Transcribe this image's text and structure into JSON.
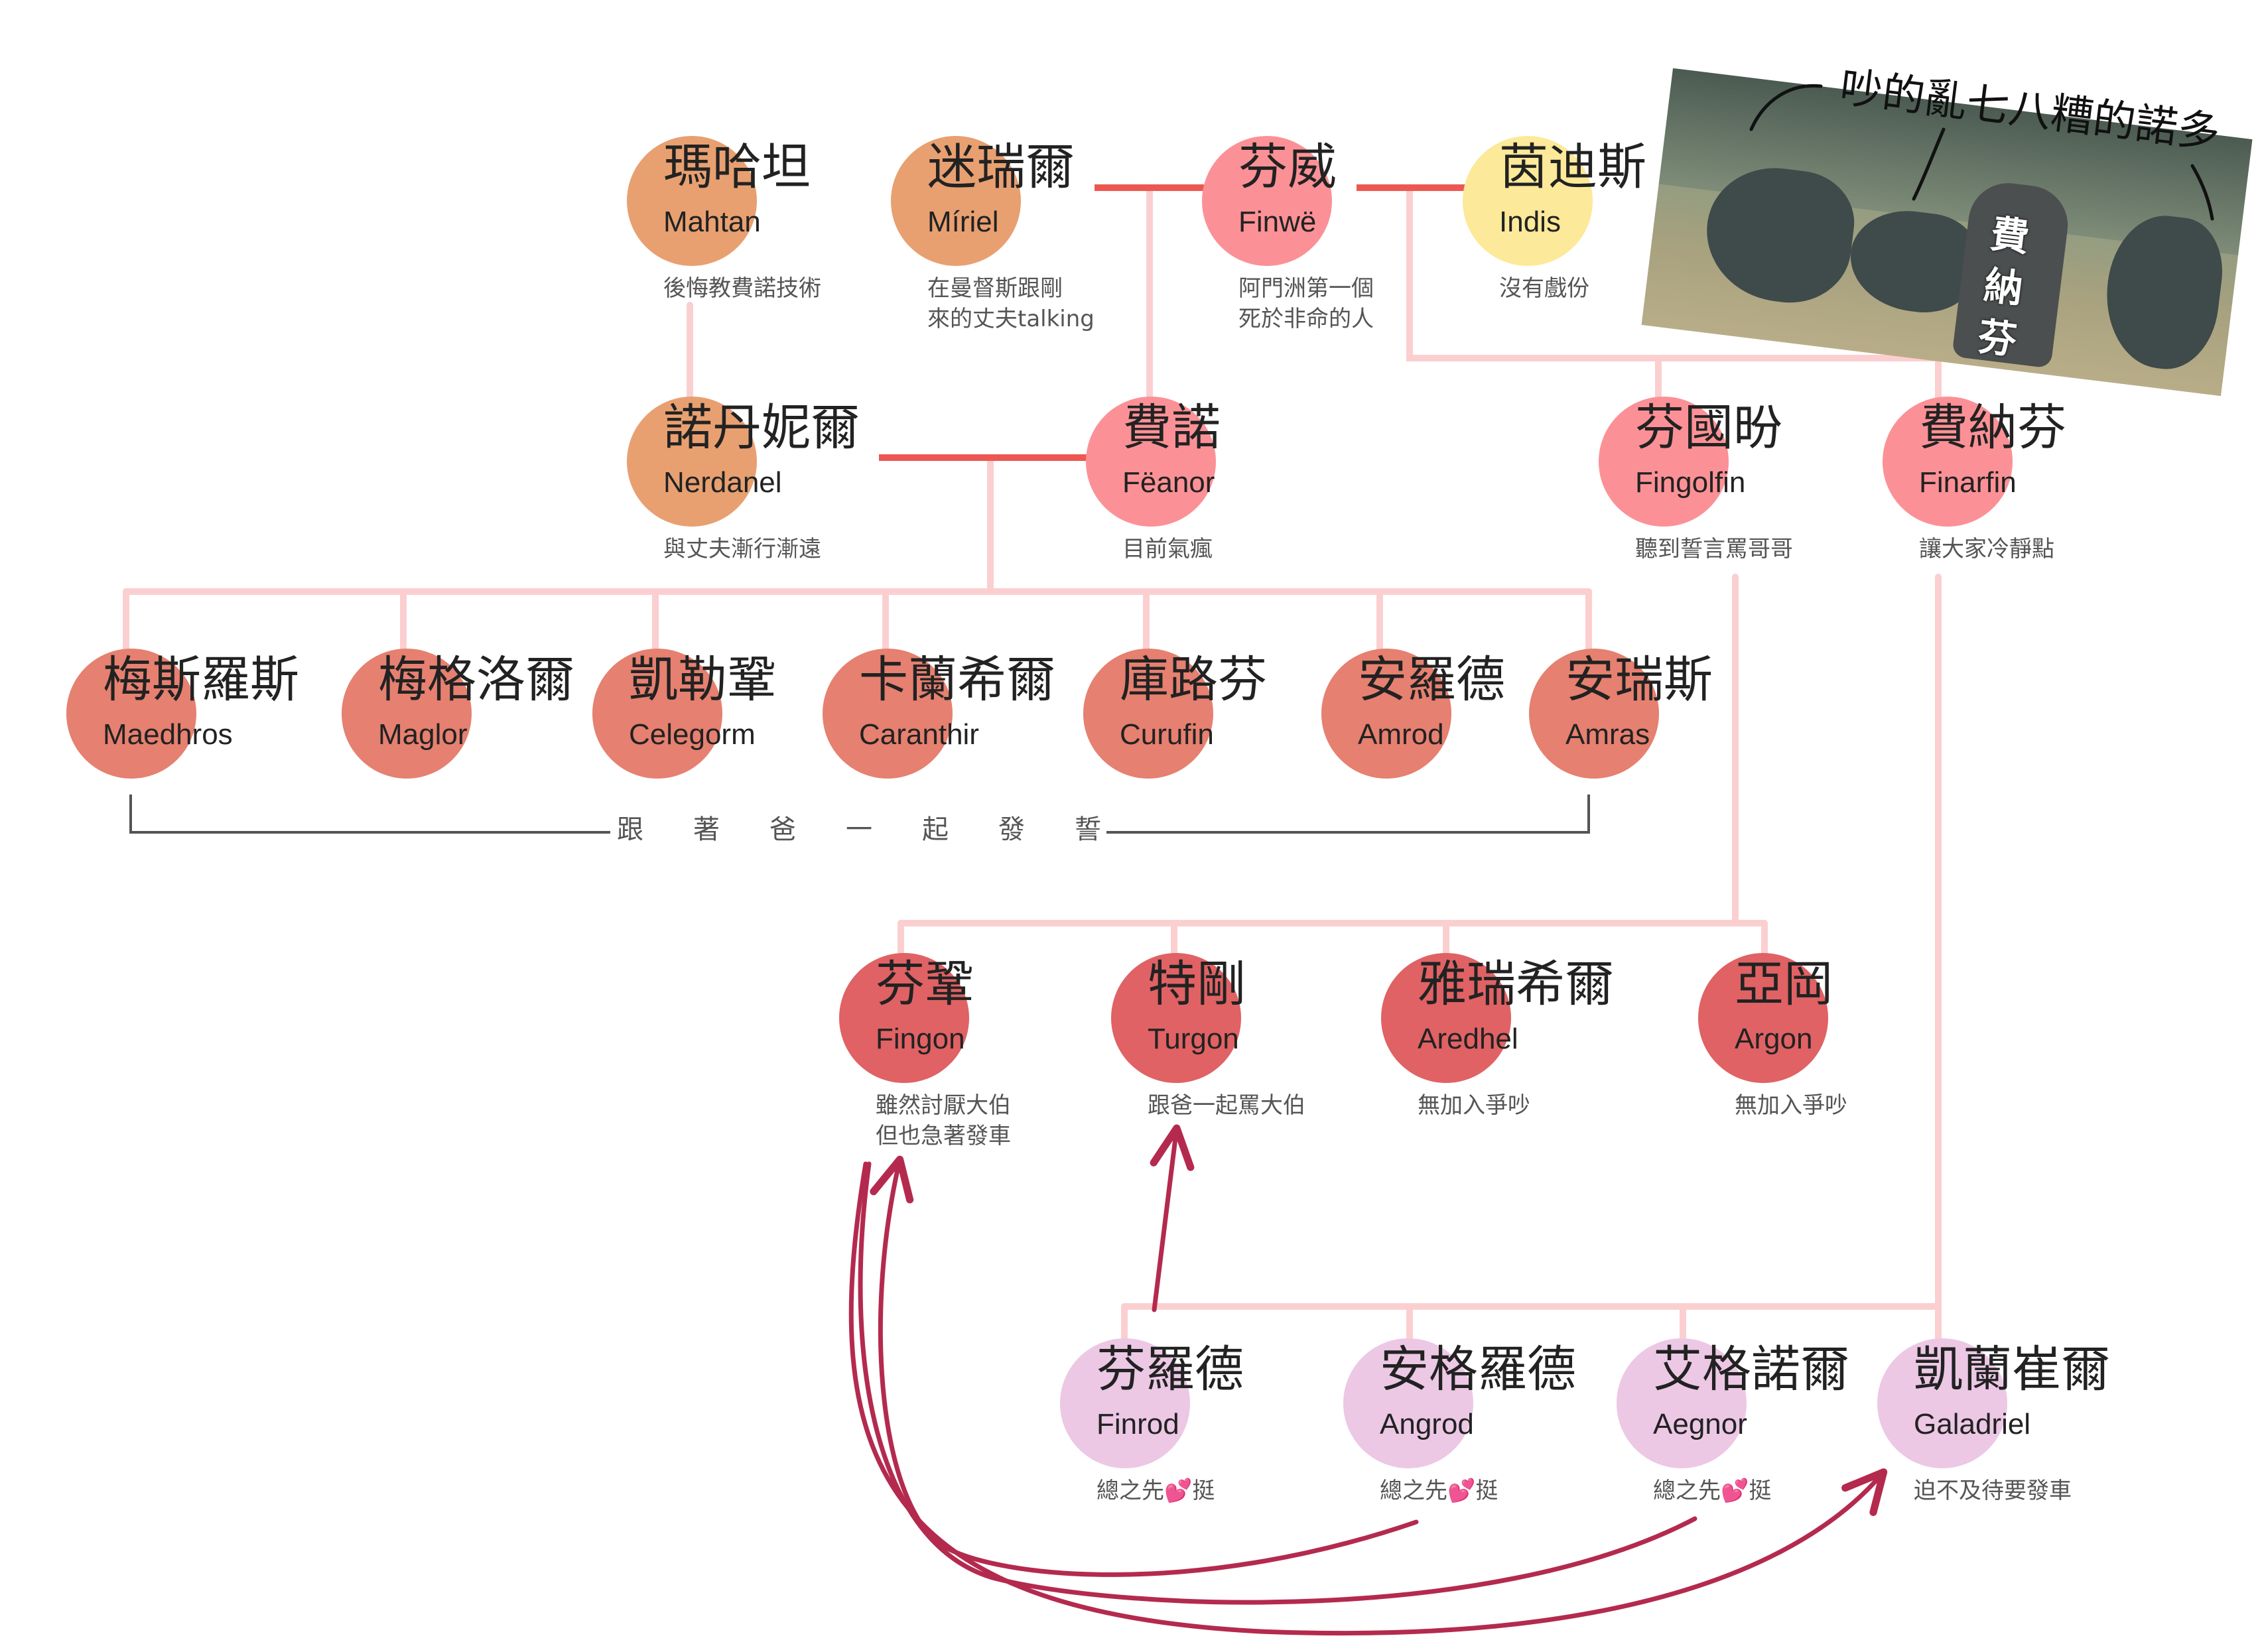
{
  "colors": {
    "parents": "#e8a071",
    "finwe": "#fb9196",
    "indis": "#fce999",
    "feanorians": "#e68070",
    "fingolfin_children": "#e06264",
    "finarfin_children": "#ecc8e5",
    "marriage_line": "#ed5752",
    "child_line": "#fbcfd0",
    "arrow": "#b42a4e",
    "bracket": "#555555"
  },
  "nodes": [
    {
      "id": "mahtan",
      "zh": "瑪哈坦",
      "en": "Mahtan",
      "note": [
        "後悔教費諾技術"
      ],
      "color": "parents"
    },
    {
      "id": "miriel",
      "zh": "迷瑞爾",
      "en": "Míriel",
      "note": [
        "在曼督斯跟剛",
        "來的丈夫talking"
      ],
      "color": "parents"
    },
    {
      "id": "finwe",
      "zh": "芬威",
      "en": "Finwë",
      "note": [
        "阿門洲第一個",
        "死於非命的人"
      ],
      "color": "finwe"
    },
    {
      "id": "indis",
      "zh": "茵迪斯",
      "en": "Indis",
      "note": [
        "沒有戲份"
      ],
      "color": "indis"
    },
    {
      "id": "nerdanel",
      "zh": "諾丹妮爾",
      "en": "Nerdanel",
      "note": [
        "與丈夫漸行漸遠"
      ],
      "color": "parents"
    },
    {
      "id": "feanor",
      "zh": "費諾",
      "en": "Fëanor",
      "note": [
        "目前氣瘋"
      ],
      "color": "finwe"
    },
    {
      "id": "fingolfin",
      "zh": "芬國昐",
      "en": "Fingolfin",
      "note": [
        "聽到誓言罵哥哥"
      ],
      "color": "finwe"
    },
    {
      "id": "finarfin",
      "zh": "費納芬",
      "en": "Finarfin",
      "note": [
        "讓大家冷靜點"
      ],
      "color": "finwe"
    },
    {
      "id": "maedhros",
      "zh": "梅斯羅斯",
      "en": "Maedhros",
      "note": [],
      "color": "feanorians"
    },
    {
      "id": "maglor",
      "zh": "梅格洛爾",
      "en": "Maglor",
      "note": [],
      "color": "feanorians"
    },
    {
      "id": "celegorm",
      "zh": "凱勒鞏",
      "en": "Celegorm",
      "note": [],
      "color": "feanorians"
    },
    {
      "id": "caranthir",
      "zh": "卡蘭希爾",
      "en": "Caranthir",
      "note": [],
      "color": "feanorians"
    },
    {
      "id": "curufin",
      "zh": "庫路芬",
      "en": "Curufin",
      "note": [],
      "color": "feanorians"
    },
    {
      "id": "amrod",
      "zh": "安羅德",
      "en": "Amrod",
      "note": [],
      "color": "feanorians"
    },
    {
      "id": "amras",
      "zh": "安瑞斯",
      "en": "Amras",
      "note": [],
      "color": "feanorians"
    },
    {
      "id": "fingon",
      "zh": "芬鞏",
      "en": "Fingon",
      "note": [
        "雖然討厭大伯",
        "但也急著發車"
      ],
      "color": "fingolfin_children"
    },
    {
      "id": "turgon",
      "zh": "特剛",
      "en": "Turgon",
      "note": [
        "跟爸一起罵大伯"
      ],
      "color": "fingolfin_children"
    },
    {
      "id": "aredhel",
      "zh": "雅瑞希爾",
      "en": "Aredhel",
      "note": [
        "無加入爭吵"
      ],
      "color": "fingolfin_children"
    },
    {
      "id": "argon",
      "zh": "亞岡",
      "en": "Argon",
      "note": [
        "無加入爭吵"
      ],
      "color": "fingolfin_children"
    },
    {
      "id": "finrod",
      "zh": "芬羅德",
      "en": "Finrod",
      "note": [
        "總之先💕挺"
      ],
      "color": "finarfin_children"
    },
    {
      "id": "angrod",
      "zh": "安格羅德",
      "en": "Angrod",
      "note": [
        "總之先💕挺"
      ],
      "color": "finarfin_children"
    },
    {
      "id": "aegnor",
      "zh": "艾格諾爾",
      "en": "Aegnor",
      "note": [
        "總之先💕挺"
      ],
      "color": "finarfin_children"
    },
    {
      "id": "galadriel",
      "zh": "凱蘭崔爾",
      "en": "Galadriel",
      "note": [
        "迫不及待要發車"
      ],
      "color": "finarfin_children"
    }
  ],
  "oath_label": [
    "跟",
    "著",
    "爸",
    "一",
    "起",
    "發",
    "誓"
  ],
  "photo": {
    "title": "吵的亂七八糟的諾多",
    "caption": [
      "費",
      "納",
      "芬"
    ]
  }
}
